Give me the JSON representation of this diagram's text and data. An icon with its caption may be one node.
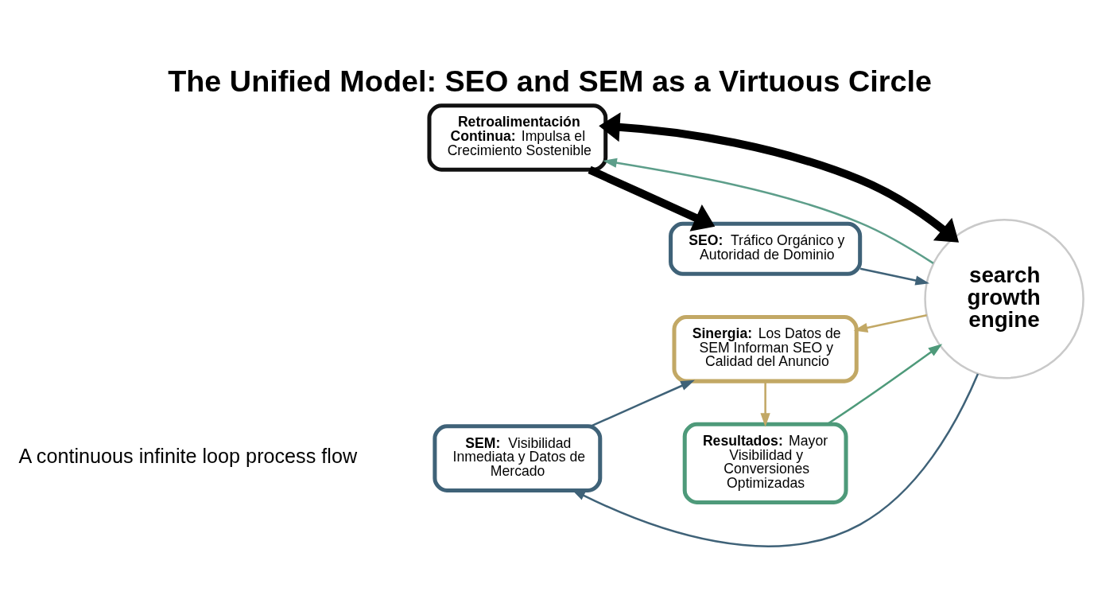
{
  "diagram": {
    "title": "The Unified Model: SEO and SEM as a Virtuous Circle",
    "nodes": [
      {
        "text": [
          "**SEM:** Visibilidad Inmediata y Datos de Mercado"
        ]
      },
      {
        "text": [
          "**SEO:** Tráfico Orgánico y Autoridad de Dominio"
        ]
      },
      {
        "text": [
          "**Sinergia:** Los Datos de SEM Informan SEO y Calidad del Anuncio"
        ]
      },
      {
        "text": [
          "search growth engine"
        ]
      },
      {
        "text": [
          "**Retroalimentación Continua:** Impulsa el Crecimiento Sostenible"
        ]
      },
      {
        "text": [
          "**Resultados:** Mayor Visibilidad y Conversiones Optimizadas"
        ]
      }
    ],
    "edges": [
      {
        "from": 1,
        "to": 3,
        "arrow": "to",
        "color": "#3f6278"
      },
      {
        "from": 3,
        "to": 0,
        "arrow": "to",
        "color": "#3f6278"
      },
      {
        "from": 0,
        "to": 2,
        "arrow": "to",
        "color": "#3f6278"
      },
      {
        "from": 3,
        "to": 2,
        "arrow": "to",
        "color": "#c2a865"
      },
      {
        "from": 2,
        "to": 5,
        "arrow": "to",
        "color": "#c2a865"
      },
      {
        "from": 5,
        "to": 3,
        "arrow": "to",
        "color": "#4e9a7a"
      },
      {
        "from": 3,
        "to": 4,
        "arrow": "to",
        "color": "#5d9e8a"
      },
      {
        "from": 3,
        "to": 4,
        "arrow": "both",
        "style": "thick",
        "color": "#000000"
      },
      {
        "from": 4,
        "to": 1,
        "arrow": "to",
        "style": "thick",
        "color": "#000000"
      }
    ],
    "labels": [
      "A continuous infinite loop process flow"
    ]
  }
}
